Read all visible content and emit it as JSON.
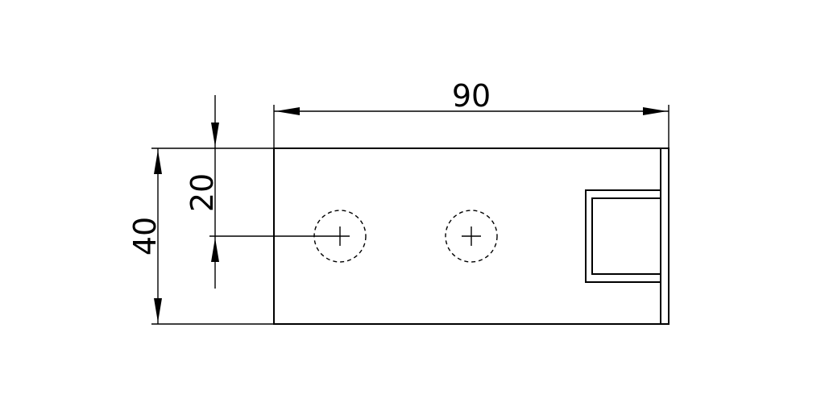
{
  "dimensions": {
    "width_label": "90",
    "height_label": "40",
    "hole_offset_label": "20"
  },
  "colors": {
    "line": "#000000",
    "background": "#ffffff"
  }
}
